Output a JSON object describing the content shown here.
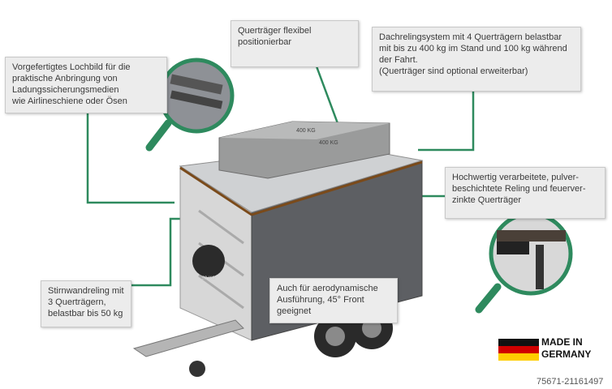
{
  "callouts": {
    "lochbild": "Vorgefertigtes Lochbild für die\npraktische Anbringung von\nLadungssicherungsmedien\nwie Airlineschiene oder Ösen",
    "quertraeger": "Querträger flexibel\npositionierbar",
    "dachreling": "Dachrelingsystem mit 4 Querträgern belastbar\nmit bis zu 400 kg im Stand und 100 kg während\nder Fahrt.\n(Querträger sind optional erweiterbar)",
    "reling": "Hochwertig verarbeitete, pulver-\nbeschichtete Reling und feuerver-\nzinkte Querträger",
    "stirnwand": "Stirnwandreling mit\n3 Querträgern,\nbelastbar bis 50 kg",
    "aerodynamik": "Auch für aerodynamische\nAusführung, 45° Front\ngeeignet"
  },
  "product": {
    "weight_label_1": "400 KG",
    "weight_label_2": "400 KG",
    "wheel_label": "50 KG"
  },
  "badge": {
    "text": "MADE IN\nGERMANY"
  },
  "reference_number": "75671-21161497",
  "colors": {
    "accent": "#2e8a5e",
    "callout_bg": "#ececec"
  }
}
